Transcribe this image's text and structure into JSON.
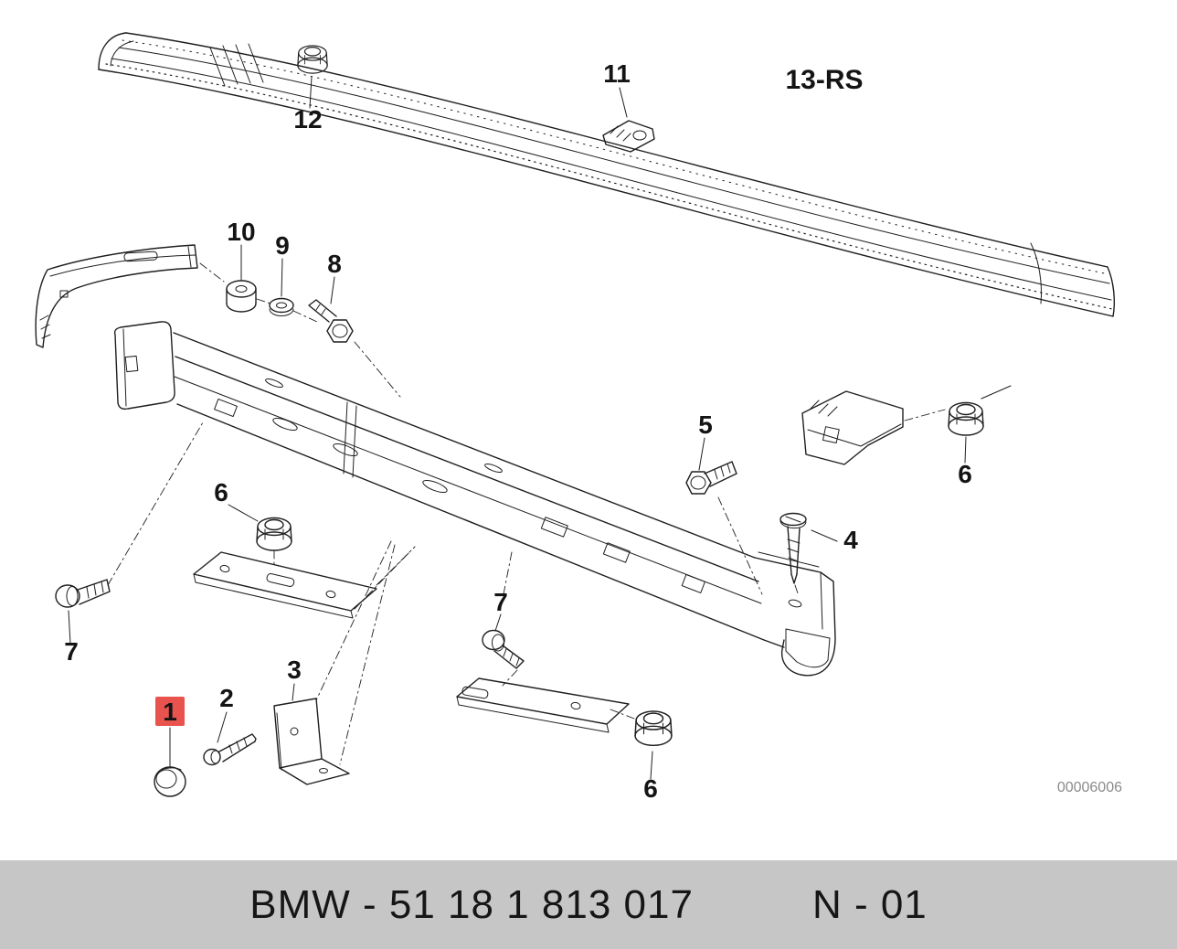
{
  "diagram": {
    "corner_code": "13-RS",
    "watermark": "00006006",
    "highlight_color": "#e8534e",
    "callouts": [
      {
        "number": "12"
      },
      {
        "number": "11"
      },
      {
        "number": "10"
      },
      {
        "number": "9"
      },
      {
        "number": "8"
      },
      {
        "number": "5"
      },
      {
        "number": "6"
      },
      {
        "number": "4"
      },
      {
        "number": "6"
      },
      {
        "number": "7"
      },
      {
        "number": "7"
      },
      {
        "number": "3"
      },
      {
        "number": "2"
      },
      {
        "number": "1"
      },
      {
        "number": "6"
      }
    ]
  },
  "footer": {
    "part_code": "BMW - 51 18 1 813 017",
    "page_code": "N - 01"
  }
}
